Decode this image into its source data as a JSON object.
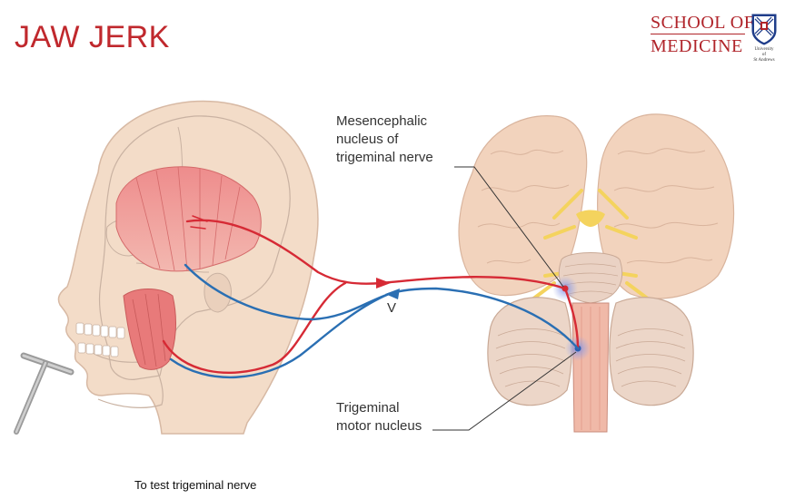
{
  "slide": {
    "title": "JAW JERK",
    "caption": "To test trigeminal nerve"
  },
  "logo": {
    "line1": "SCHOOL OF",
    "line2": "MEDICINE",
    "university_line1": "University",
    "university_line2": "of",
    "university_line3": "St Andrews",
    "brand_color": "#b0242a"
  },
  "diagram": {
    "labels": {
      "mesencephalic_line1": "Mesencephalic",
      "mesencephalic_line2": "nucleus of",
      "mesencephalic_line3": "trigeminal nerve",
      "motor_line1": "Trigeminal",
      "motor_line2": "motor nucleus",
      "nerve": "V"
    },
    "colors": {
      "afferent": "#d62a35",
      "efferent": "#2a6fb3",
      "muscle": "#e87a7a",
      "skin": "#f3dcc8",
      "brain": "#f2d3bd",
      "nucleus_glow": "#9aa8e8"
    }
  }
}
